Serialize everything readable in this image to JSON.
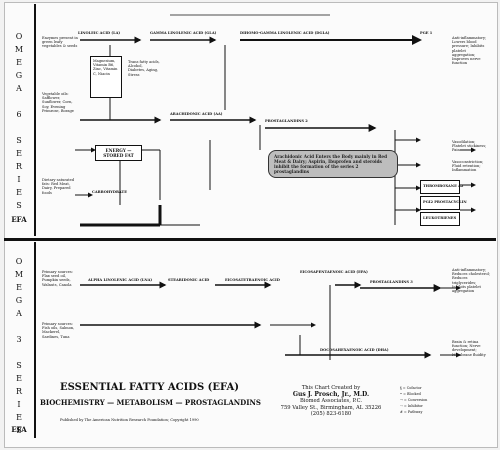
{
  "omega6": {
    "side_letters": [
      "O",
      "M",
      "E",
      "G",
      "A",
      "",
      "6",
      "",
      "S",
      "E",
      "R",
      "I",
      "E",
      "S"
    ],
    "efa_label": "EFA",
    "left_notes_top": "Enzymes present in green leafy vegetables & seeds",
    "left_notes_mid": "Vegetable oils: Safflower, Sunflower, Corn, Soy, Evening Primrose, Borage",
    "left_notes_bottom": "Dietary saturated fats: Red Meat, Dairy, Prepared foods",
    "step1": "LINOLEIC ACID (LA)",
    "step2": "GAMMA LINOLENIC ACID (GLA)",
    "step3": "DIHOMO-GAMMA LINOLENIC ACID (DGLA)",
    "step4": "ARACHIDONIC ACID (AA)",
    "pg1": "PGE 1",
    "pg2": "PROSTAGLANDINS 2",
    "cofactors": "Magnesium, Vitamin B6, Zinc, Vitamin C, Niacin",
    "inhibitors": "Trans fatty acids, Alcohol, Diabetes, Aging, Stress",
    "energy_label": "ENERGY — STORED FAT",
    "carbo": "CARBOHYDRATE",
    "shaded_text": "Arachidonic Acid Enters the Body mainly in Red Meat & Dairy; Aspirin, Ibuprofen and steroids inhibit the formation of the series 2 prostaglandins",
    "right_effects_top": "Anti-inflammatory; Lowers blood pressure; Inhibits platelet aggregation; Improves nerve function",
    "right_effects_mid": "Vasodilation; Platelet stickiness; Pain",
    "right_effects_low": "Vasoconstriction; Fluid retention; Inflammation",
    "side_boxes": [
      "THROMBOXANE A2",
      "PGI2 PROSTACYCLIN",
      "LEUKOTRIENES"
    ]
  },
  "omega3": {
    "side_letters": [
      "O",
      "M",
      "E",
      "G",
      "A",
      "",
      "3",
      "",
      "S",
      "E",
      "R",
      "I",
      "E",
      "S"
    ],
    "efa_label": "EFA",
    "left_notes_top": "Primary sources: Flax seed oil, Pumpkin seeds, Walnuts, Canola",
    "left_notes_bottom": "Primary sources: Fish oils, Salmon, Mackerel, Sardines, Tuna",
    "step1": "ALPHA LINOLENIC ACID (LNA)",
    "step2": "STEARIDONIC ACID",
    "step3": "EICOSATETRAENOIC ACID",
    "step4": "EICOSAPENTAENOIC ACID (EPA)",
    "step5": "DOCOSAHEXAENOIC ACID (DHA)",
    "pg3": "PROSTAGLANDINS 3",
    "right_effects_top": "Anti-inflammatory; Reduces cholesterol; Reduces triglycerides; Inhibits platelet aggregation",
    "right_effects_low": "Brain & retina function; Nerve development; Membrane fluidity"
  },
  "footer": {
    "title": "ESSENTIAL FATTY ACIDS (EFA)",
    "subtitle": "BIOCHEMISTRY — METABOLISM — PROSTAGLANDINS",
    "small": "Published by The American Nutrition Research Foundation; Copyright 1990",
    "credit_lines": [
      "This Chart Created by",
      "Gus J. Prosch, Jr., M.D.",
      "Biomed Associates, P.C.",
      "759 Valley St., Birmingham, AL 35226",
      "(205) 823-6180"
    ],
    "legend": [
      "§ = Cofactor",
      "• = Blocked",
      "→ = Conversion",
      "⇢ = Inhibitor",
      "# = Pathway"
    ],
    "efa_corner": "EFA"
  }
}
